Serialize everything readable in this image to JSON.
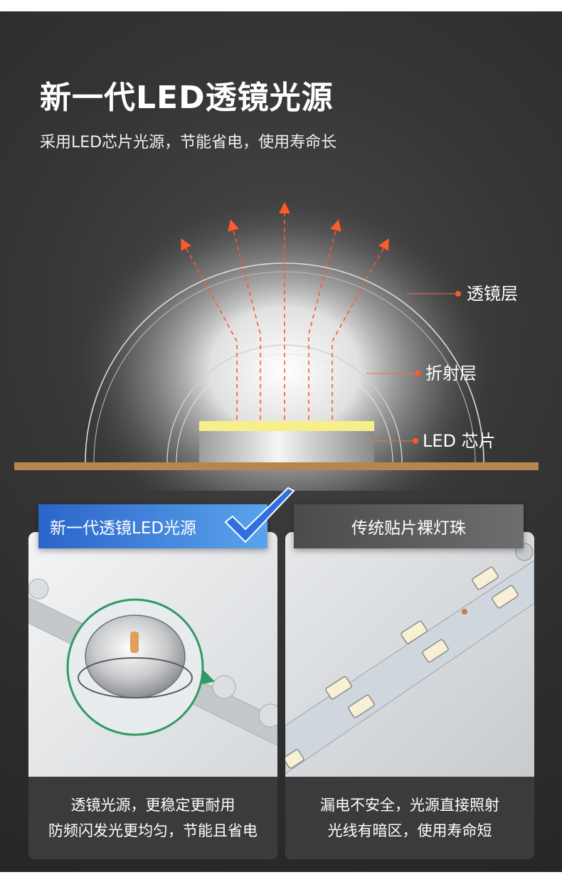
{
  "header": {
    "title": "新一代LED透镜光源",
    "subtitle": "采用LED芯片光源，节能省电，使用寿命长"
  },
  "diagram": {
    "labels": {
      "lens_layer": "透镜层",
      "refraction_layer": "折射层",
      "led_chip": "LED 芯片"
    }
  },
  "comparison": {
    "new": {
      "tab_label": "新一代透镜LED光源",
      "desc_line1": "透镜光源，更稳定更耐用",
      "desc_line2": "防频闪发光更均匀，节能且省电"
    },
    "traditional": {
      "tab_label": "传统贴片裸灯珠",
      "desc_line1": "漏电不安全，光源直接照射",
      "desc_line2": "光线有暗区，使用寿命短"
    }
  },
  "colors": {
    "arrow": "#ff5a2a",
    "board": "#b5874f",
    "chip_top": "#f7ef8a",
    "tab_new": "#3a7fe0",
    "tab_old": "#5a5a5a",
    "check": "#2f6fe0"
  }
}
